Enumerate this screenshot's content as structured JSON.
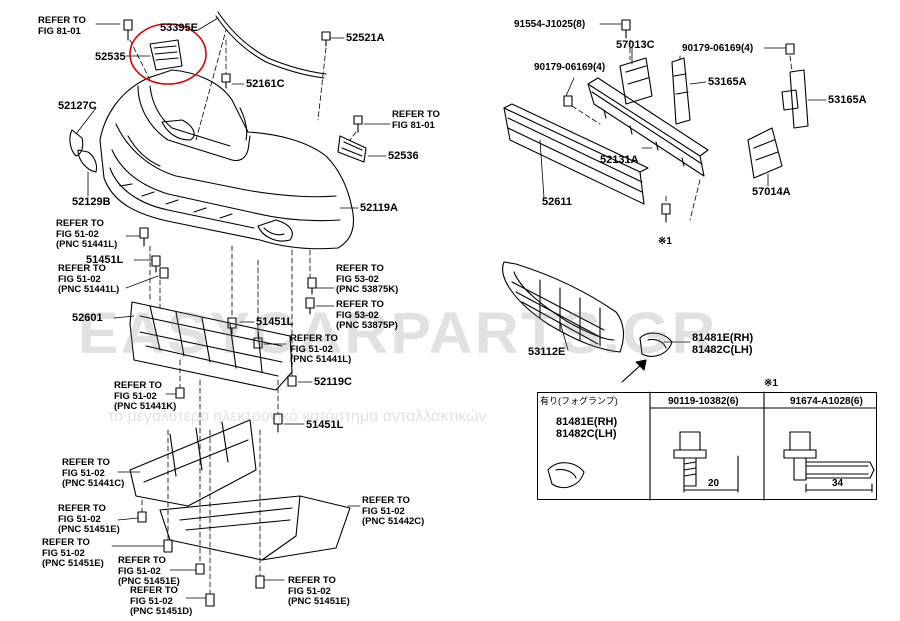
{
  "colors": {
    "line": "#000000",
    "highlight": "#e00000",
    "watermark": "#888888"
  },
  "watermark": {
    "brand": "EASYCARPARTS.GR",
    "tagline": "το μεγαλύτερο ηλεκτρονικό κατάστημα ανταλλακτικών"
  },
  "left_labels": {
    "p53395E": "53395E",
    "p52535": "52535",
    "p52521A": "52521A",
    "p52161C": "52161C",
    "p52127C": "52127C",
    "p52536": "52536",
    "p52129B": "52129B",
    "p52119A": "52119A",
    "p51451L_a": "51451L",
    "p52601": "52601",
    "p51451L_b": "51451L",
    "p52119C": "52119C",
    "p51451L_c": "51451L"
  },
  "refs": {
    "r1": [
      "REFER TO",
      "FIG 81-01"
    ],
    "r2": [
      "REFER TO",
      "FIG 81-01"
    ],
    "r3": [
      "REFER TO",
      "FIG 51-02",
      "(PNC 51441L)"
    ],
    "r4": [
      "REFER TO",
      "FIG 51-02",
      "(PNC 51441L)"
    ],
    "r5": [
      "REFER TO",
      "FIG 53-02",
      "(PNC 53875K)"
    ],
    "r6": [
      "REFER TO",
      "FIG 53-02",
      "(PNC 53875P)"
    ],
    "r7": [
      "REFER TO",
      "FIG 51-02",
      "(PNC 51441L)"
    ],
    "r8": [
      "REFER TO",
      "FIG 51-02",
      "(PNC 51441K)"
    ],
    "r9": [
      "REFER TO",
      "FIG 51-02",
      "(PNC 51441C)"
    ],
    "r10": [
      "REFER TO",
      "FIG 51-02",
      "(PNC 51442C)"
    ],
    "r11": [
      "REFER TO",
      "FIG 51-02",
      "(PNC 51451E)"
    ],
    "r12": [
      "REFER TO",
      "FIG 51-02",
      "(PNC 51451E)"
    ],
    "r13": [
      "REFER TO",
      "FIG 51-02",
      "(PNC 51451E)"
    ],
    "r14": [
      "REFER TO",
      "FIG 51-02",
      "(PNC 51451D)"
    ],
    "r15": [
      "REFER TO",
      "FIG 51-02",
      "(PNC 51451E)"
    ]
  },
  "right_labels": {
    "p91554": "91554-J1025(8)",
    "p57013C": "57013C",
    "p90179a": "90179-06169(4)",
    "p90179b": "90179-06169(4)",
    "p53165A_a": "53165A",
    "p53165A_b": "53165A",
    "p52131A": "52131A",
    "p57014A": "57014A",
    "p52611": "52611",
    "note1": "※1",
    "p53112E": "53112E",
    "p81481E": "81481E(RH)",
    "p81482C": "81482C(LH)",
    "note2": "※1"
  },
  "table": {
    "option_header": "有り(フォグランプ)",
    "opt_81481E": "81481E(RH)",
    "opt_81482C": "81482C(LH)",
    "bolt1": "90119-10382(6)",
    "bolt2": "91674-A1028(6)",
    "dim1": "20",
    "dim2": "34"
  }
}
